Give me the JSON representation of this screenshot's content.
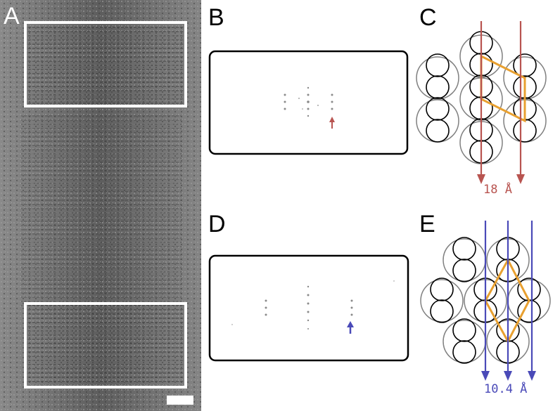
{
  "figure": {
    "panels": [
      {
        "id": "A",
        "label": "A"
      },
      {
        "id": "B",
        "label": "B"
      },
      {
        "id": "C",
        "label": "C",
        "spacing_label": "18 Å"
      },
      {
        "id": "D",
        "label": "D"
      },
      {
        "id": "E",
        "label": "E",
        "spacing_label": "10.4 Å"
      }
    ],
    "colors": {
      "red_arrow": "#b85450",
      "blue_arrow": "#4a4ab8",
      "orange_cell": "#e8a030",
      "micrograph_bg": "#6e6e6e",
      "box_white": "#ffffff"
    },
    "icons": [
      "red-arrow-icon",
      "blue-arrow-icon",
      "scale-bar"
    ]
  }
}
